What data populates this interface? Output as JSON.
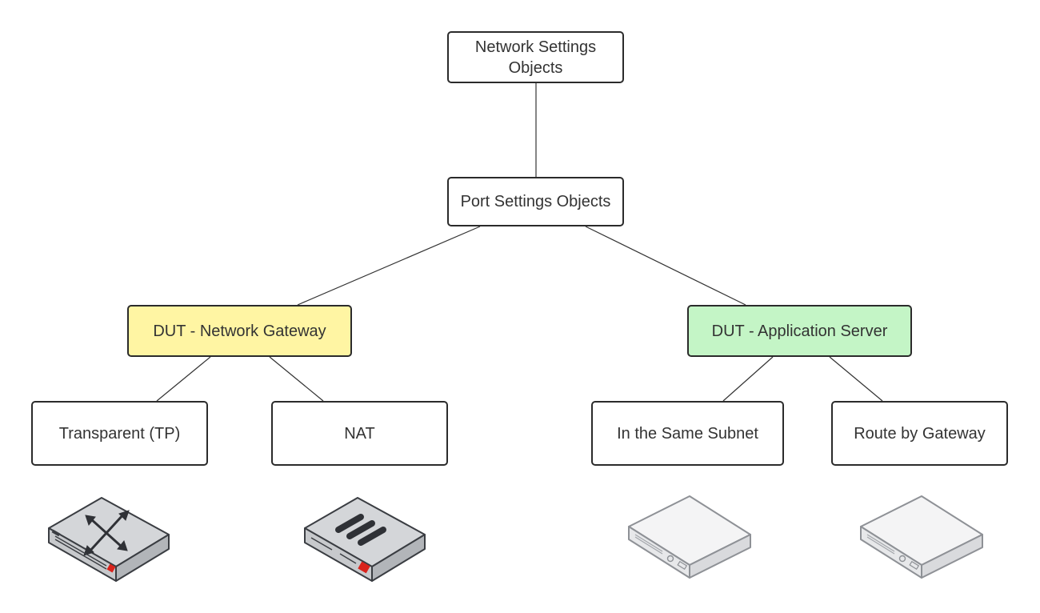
{
  "diagram": {
    "root": {
      "label": "Network Settings\nObjects"
    },
    "port_settings": {
      "label": "Port Settings Objects"
    },
    "gateway": {
      "label": "DUT - Network Gateway",
      "fill": "#fff5a3"
    },
    "app_server": {
      "label": "DUT - Application Server",
      "fill": "#c4f5c6"
    },
    "transparent": {
      "label": "Transparent (TP)"
    },
    "nat": {
      "label": "NAT"
    },
    "same_subnet": {
      "label": "In the Same Subnet"
    },
    "route_gateway": {
      "label": "Route by Gateway"
    }
  },
  "devices": {
    "switch": {
      "icon": "network-switch-icon"
    },
    "firewall": {
      "icon": "firewall-appliance-icon"
    },
    "server_1": {
      "icon": "server-appliance-icon"
    },
    "server_2": {
      "icon": "server-appliance-icon"
    }
  },
  "colors": {
    "border": "#2b2b2b",
    "text": "#333333",
    "connector": "#333333",
    "brand_red": "#d9231c"
  }
}
